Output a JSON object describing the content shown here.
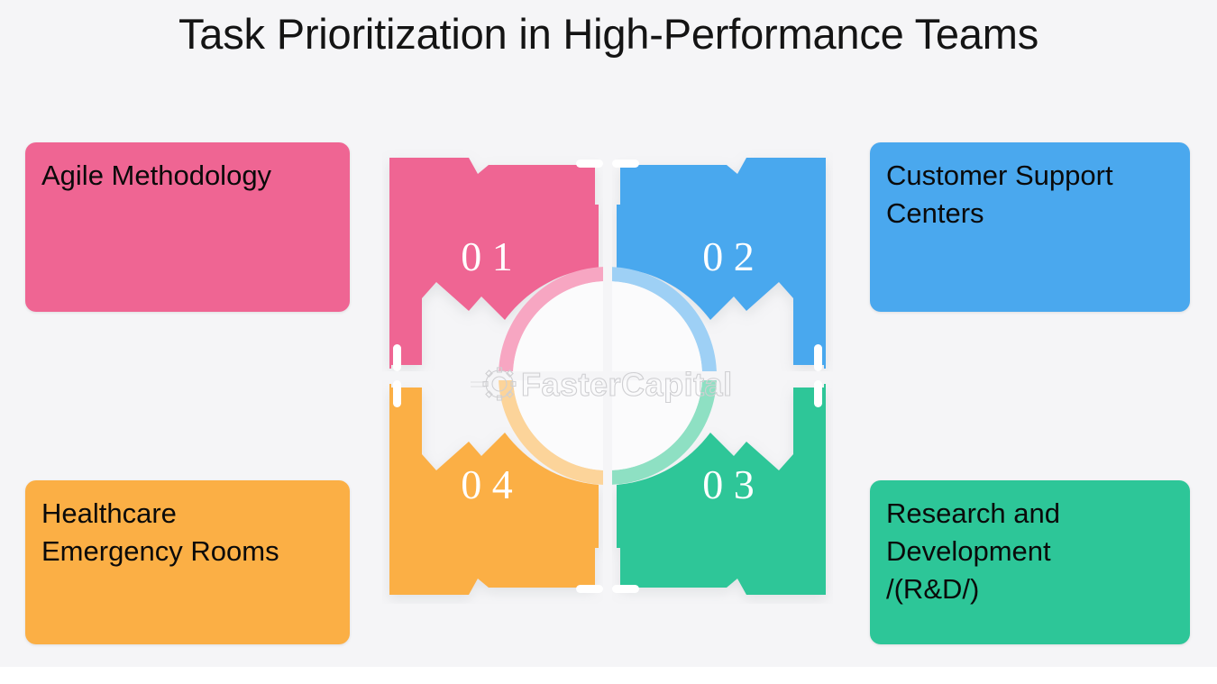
{
  "page": {
    "title": "Task Prioritization in High-Performance Teams",
    "background_color": "#f5f5f7",
    "canvas_color": "#ffffff"
  },
  "watermark": {
    "text": "FasterCapital",
    "icon": "gear-icon",
    "color": "#cfcfd2"
  },
  "cards": [
    {
      "id": "card-1",
      "label": "Agile Methodology",
      "color": "#ef6593",
      "position": "top-left",
      "step": "01"
    },
    {
      "id": "card-2",
      "label": "Customer Support\nCenters",
      "color": "#4aa8ee",
      "position": "top-right",
      "step": "02"
    },
    {
      "id": "card-3",
      "label": "Healthcare\nEmergency Rooms",
      "color": "#fbaf45",
      "position": "bottom-left",
      "step": "04"
    },
    {
      "id": "card-4",
      "label": "Research and\nDevelopment\n/(R&D/)",
      "color": "#2dc698",
      "position": "bottom-right",
      "step": "03"
    }
  ],
  "diagram": {
    "type": "pinwheel-quadrants",
    "segments": [
      {
        "number": "0 1",
        "raw": "01",
        "color": "#ef6593",
        "ring_color": "#f7a6c2",
        "quadrant": "top-left"
      },
      {
        "number": "0 2",
        "raw": "02",
        "color": "#4aa8ee",
        "ring_color": "#9ed0f5",
        "quadrant": "top-right"
      },
      {
        "number": "0 3",
        "raw": "03",
        "color": "#2dc698",
        "ring_color": "#8ee0c3",
        "quadrant": "bottom-right"
      },
      {
        "number": "0 4",
        "raw": "04",
        "color": "#fbaf45",
        "ring_color": "#fcd49a",
        "quadrant": "bottom-left"
      }
    ],
    "center_color": "#ffffff",
    "tick_color": "#ffffff",
    "tick_count": 4
  }
}
